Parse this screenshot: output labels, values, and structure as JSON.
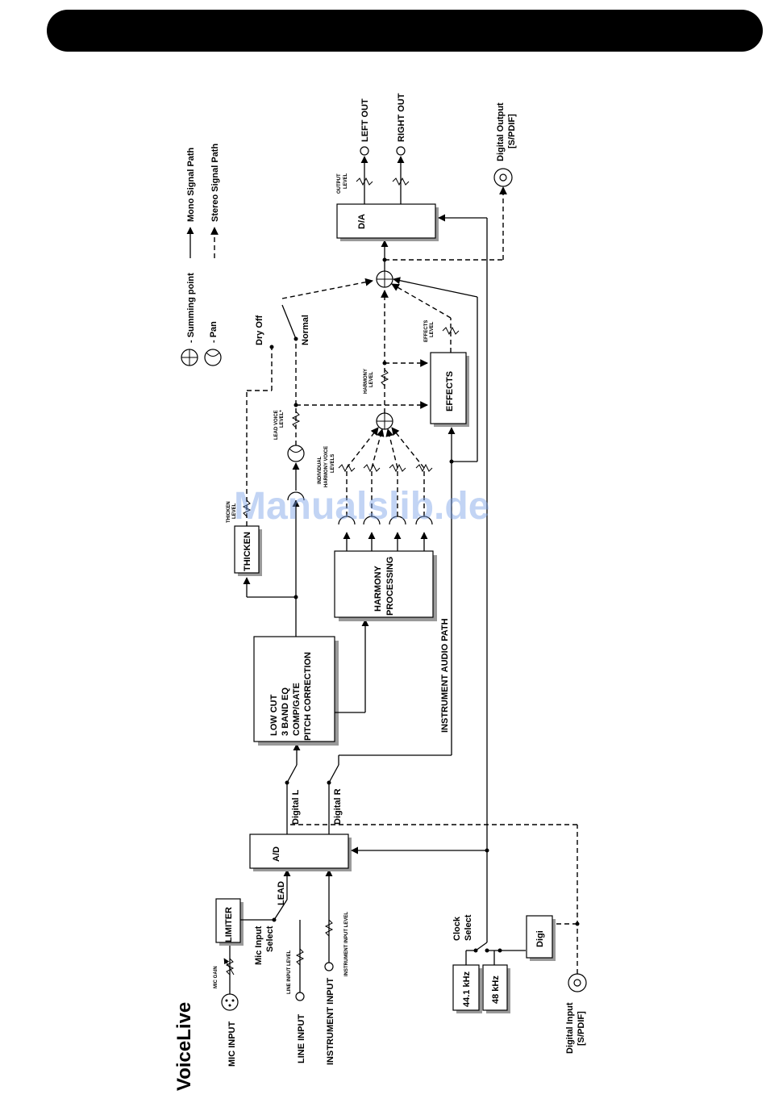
{
  "header": {
    "title": ""
  },
  "brand": {
    "logo_text": "VoiceLive"
  },
  "watermark": "Manualslib.de",
  "legend": {
    "summing": "- Summing point",
    "pan": "- Pan",
    "mono": "Mono Signal Path",
    "stereo": "Stereo Signal Path"
  },
  "inputs": {
    "mic": "MIC INPUT",
    "line": "LINE INPUT",
    "instrument": "INSTRUMENT INPUT",
    "mic_gain": "MIC GAIN",
    "line_level": "LINE INPUT LEVEL",
    "instrument_level": "INSTRUMENT INPUT LEVEL",
    "mic_select": "Mic Input",
    "mic_select_2": "Select",
    "lead": "LEAD"
  },
  "blocks": {
    "limiter": "LIMITER",
    "ad": "A/D",
    "da": "D/A",
    "thicken": "THICKEN",
    "harmony_1": "HARMONY",
    "harmony_2": "PROCESSING",
    "effects": "EFFECTS",
    "digi": "Digi",
    "clk44": "44.1 kHz",
    "clk48": "48 kHz",
    "proc_1": "LOW CUT",
    "proc_2": "3 BAND EQ",
    "proc_3": "COMP/GATE",
    "proc_4": "PITCH CORRECTION"
  },
  "labels": {
    "digital_l": "Digital L",
    "digital_r": "Digital R",
    "instrument_path": "INSTRUMENT  AUDIO PATH",
    "thicken_level_1": "THICKEN",
    "thicken_level_2": "LEVEL",
    "lead_voice_1": "LEAD VOICE",
    "lead_voice_2": "LEVEL*",
    "indiv_1": "INDIVIDUAL",
    "indiv_2": "HARMONY VOICE",
    "indiv_3": "LEVELS",
    "harmony_level_1": "HARMONY",
    "harmony_level_2": "LEVEL",
    "effects_level_1": "EFFECTS",
    "effects_level_2": "LEVEL",
    "output_level_1": "OUTPUT",
    "output_level_2": "LEVEL",
    "dry_off": "Dry Off",
    "normal": "Normal",
    "left_out": "LEFT OUT",
    "right_out": "RIGHT OUT",
    "digital_output_1": "Digital Output",
    "digital_output_2": "[S/PDIF]",
    "digital_input_1": "Digital Input",
    "digital_input_2": "[S/PDIF]",
    "clock_1": "Clock",
    "clock_2": "Select"
  }
}
